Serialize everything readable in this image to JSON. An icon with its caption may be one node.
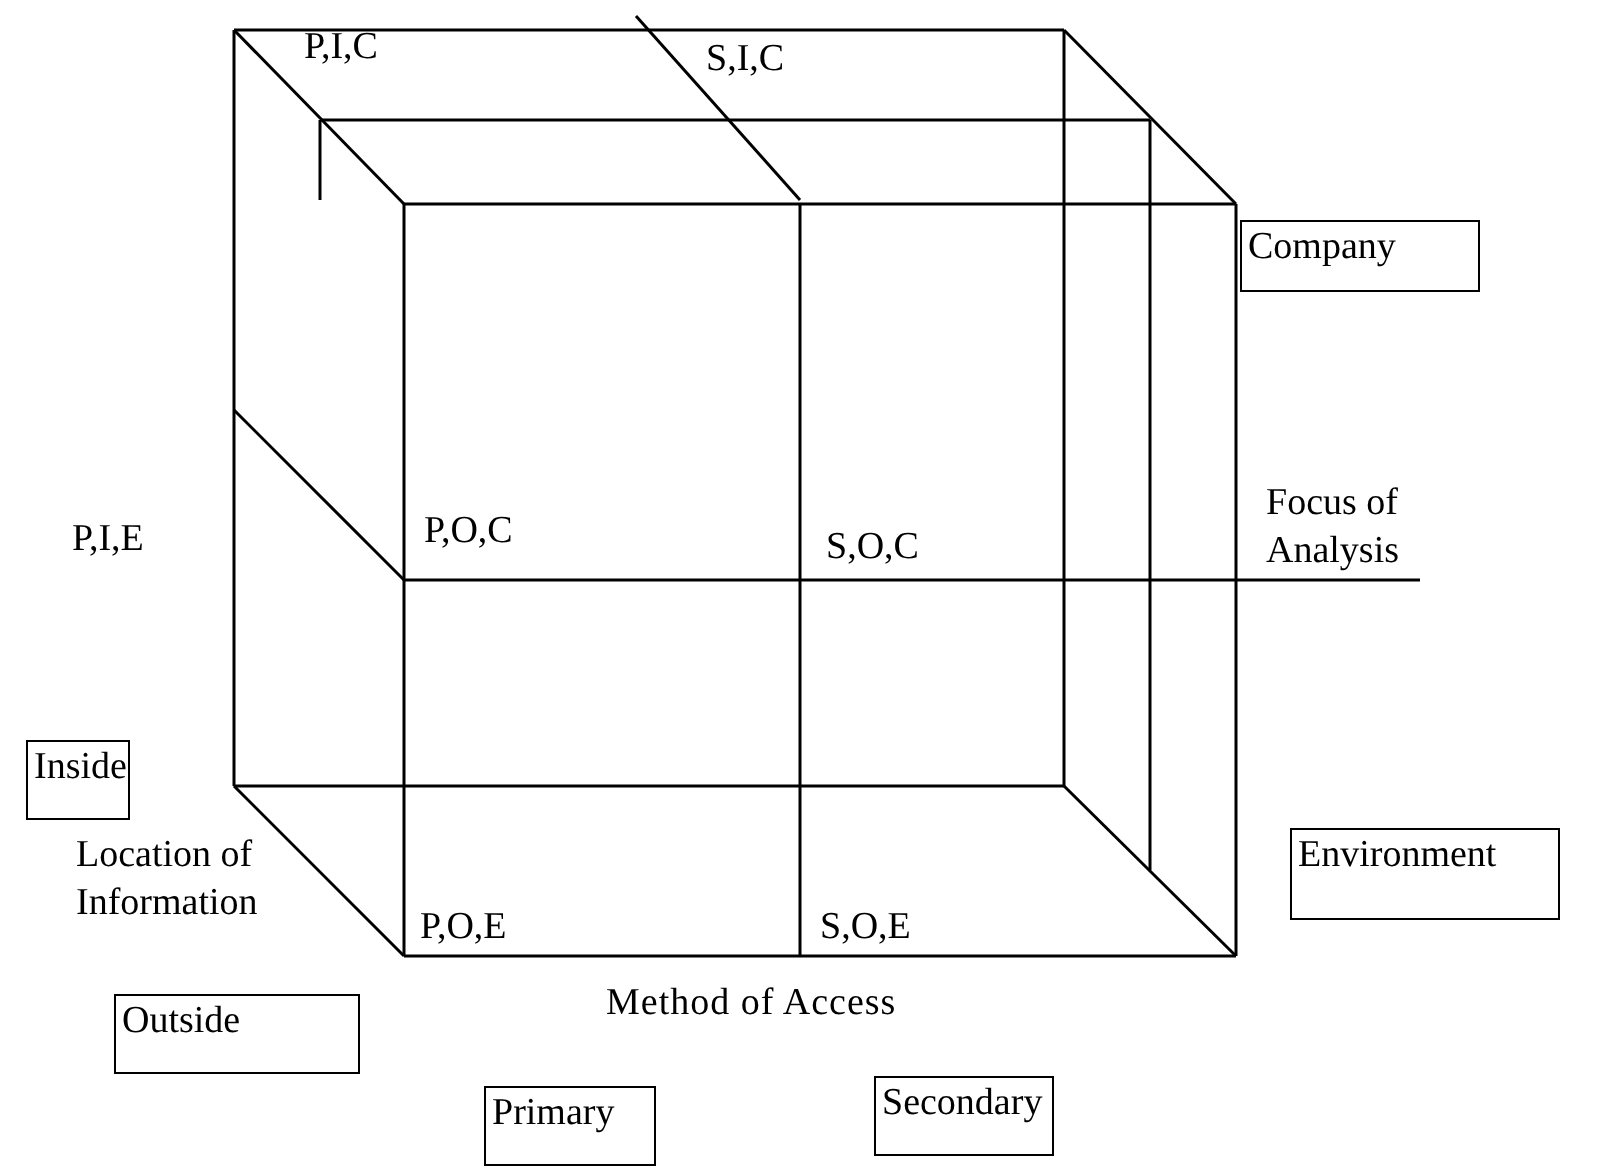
{
  "diagram": {
    "nodes": [
      {
        "text": [
          "Company"
        ]
      },
      {
        "text": [
          "Inside"
        ]
      },
      {
        "text": [
          "Environment"
        ]
      },
      {
        "text": [
          "Outside"
        ]
      },
      {
        "text": [
          "Primary"
        ]
      },
      {
        "text": [
          "Secondary"
        ]
      }
    ],
    "labels": [
      "P,I,C",
      "S,I,C",
      "P,I,E",
      "P,O,C",
      "S,O,C",
      "Focus of Analysis",
      "Location of Information",
      "P,O,E",
      "S,O,E",
      "Method of Access"
    ]
  }
}
